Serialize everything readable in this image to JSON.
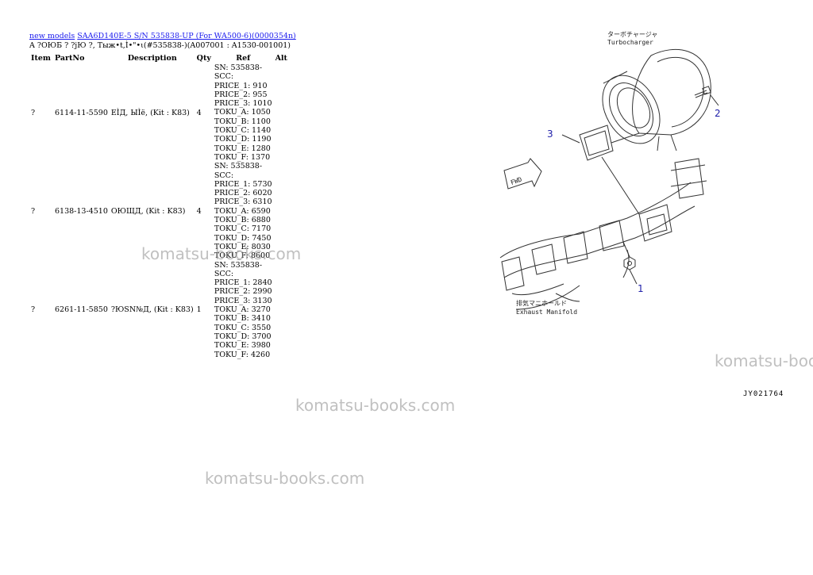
{
  "breadcrumb": {
    "link1": "new models",
    "link2": "SAA6D140E-5 S/N 535838-UP (For WA500-6)(0000354n)"
  },
  "group_title": "A ?ОЮБ ? ?jЮ ?, Тыж•t,Ì•\"•ι(#535838-)(A007001 : A1530-001001)",
  "table": {
    "headers": {
      "item": "Item",
      "partno": "PartNo",
      "description": "Description",
      "qty": "Qty",
      "ref": "Ref",
      "alt": "Alt"
    },
    "rows": [
      {
        "item": "?",
        "partno": "6114-11-5590",
        "description": "EÌД, ЫÌë, (Kit : K83)",
        "qty": "4",
        "ref": [
          "SN: 535838-",
          "SCC:",
          "PRICE_1: 910",
          "PRICE_2: 955",
          "PRICE_3: 1010",
          "TOKU_A: 1050",
          "TOKU_B: 1100",
          "TOKU_C: 1140",
          "TOKU_D: 1190",
          "TOKU_E: 1280",
          "TOKU_F: 1370"
        ]
      },
      {
        "item": "?",
        "partno": "6138-13-4510",
        "description": "ОЮЩД, (Kit : K83)",
        "qty": "4",
        "ref": [
          "SN: 535838-",
          "SCC:",
          "PRICE_1: 5730",
          "PRICE_2: 6020",
          "PRICE_3: 6310",
          "TOKU_A: 6590",
          "TOKU_B: 6880",
          "TOKU_C: 7170",
          "TOKU_D: 7450",
          "TOKU_E: 8030",
          "TOKU_F: 8600"
        ]
      },
      {
        "item": "?",
        "partno": "6261-11-5850",
        "description": "?ЮSN№Д, (Kit : K83)",
        "qty": "1",
        "ref": [
          "SN: 535838-",
          "SCC:",
          "PRICE_1: 2840",
          "PRICE_2: 2990",
          "PRICE_3: 3130",
          "TOKU_A: 3270",
          "TOKU_B: 3410",
          "TOKU_C: 3550",
          "TOKU_D: 3700",
          "TOKU_E: 3980",
          "TOKU_F: 4260"
        ]
      }
    ]
  },
  "diagram": {
    "turbo_jp": "ターボチャージャ",
    "turbo_en": "Turbocharger",
    "manifold_jp": "排気マニホールド",
    "manifold_en": "Exhaust Manifold",
    "fwd": "FWD",
    "callouts": [
      "1",
      "2",
      "3"
    ],
    "code": "JY021764"
  },
  "watermark": "komatsu-books.com",
  "colors": {
    "link": "#1a1aee",
    "callout": "#2020aa",
    "watermark": "#8c8c8c"
  }
}
